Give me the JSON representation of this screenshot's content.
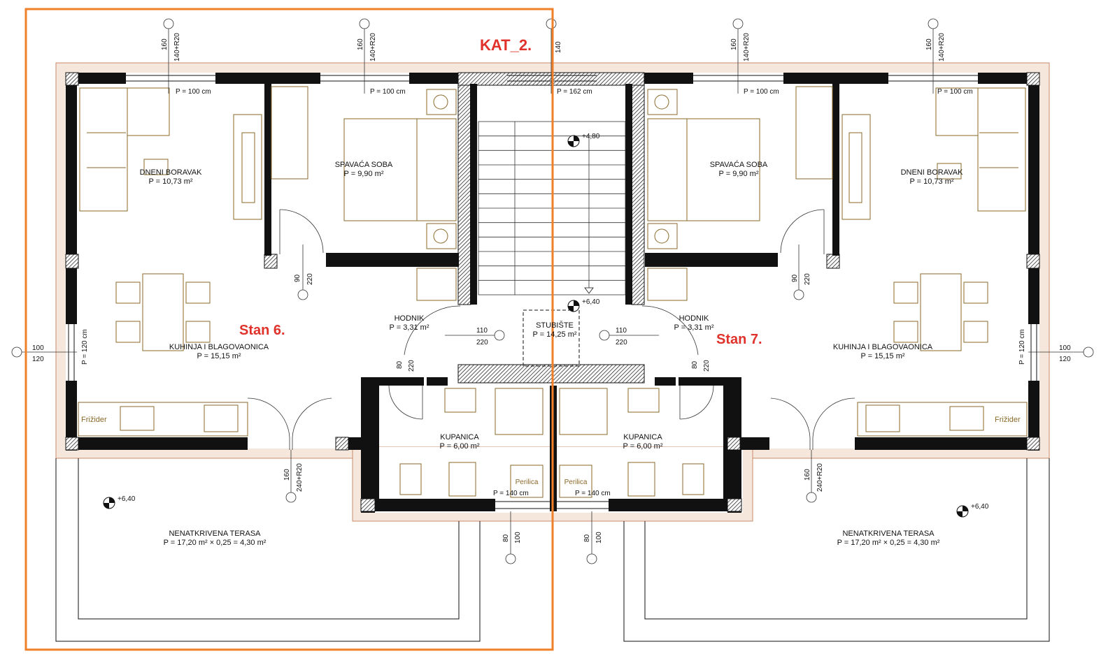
{
  "sheet": {
    "floor_label": "KAT_2.",
    "highlight_color": "#f07f2a",
    "apartment_label_color": "#e0322b"
  },
  "apartments": {
    "left": "Stan 6.",
    "right": "Stan 7."
  },
  "rooms": {
    "left_living": {
      "name": "DNENI BORAVAK",
      "area": "P = 10,73 m²"
    },
    "left_bedroom": {
      "name": "SPAVAĆA SOBA",
      "area": "P = 9,90 m²"
    },
    "left_kitchen": {
      "name": "KUHINJA I BLAGOVAONICA",
      "area": "P = 15,15 m²"
    },
    "left_hall": {
      "name": "HODNIK",
      "area": "P = 3,31 m²"
    },
    "left_bath": {
      "name": "KUPANICA",
      "area": "P = 6,00 m²"
    },
    "left_terrace": {
      "name": "NENATKRIVENA TERASA",
      "area": "P = 17,20 m² × 0,25 = 4,30 m²"
    },
    "stairs": {
      "name": "STUBIŠTE",
      "area": "P = 14,25 m²"
    },
    "right_living": {
      "name": "DNENI BORAVAK",
      "area": "P = 10,73 m²"
    },
    "right_bedroom": {
      "name": "SPAVAĆA SOBA",
      "area": "P = 9,90 m²"
    },
    "right_kitchen": {
      "name": "KUHINJA I BLAGOVAONICA",
      "area": "P = 15,15 m²"
    },
    "right_hall": {
      "name": "HODNIK",
      "area": "P = 3,31 m²"
    },
    "right_bath": {
      "name": "KUPANICA",
      "area": "P = 6,00 m²"
    },
    "right_terrace": {
      "name": "NENATKRIVENA TERASA",
      "area": "P = 17,20 m² × 0,25 = 4,30 m²"
    }
  },
  "appliances": {
    "fridge": "Frižider",
    "washer": "Perilica"
  },
  "openings": {
    "window_100": "P = 100 cm",
    "window_162": "P = 162 cm",
    "window_140": "P = 140 cm",
    "window_side": "P = 120 cm"
  },
  "levels": {
    "stair_top": "+4,80",
    "floor": "+6,40"
  },
  "door_tags": {
    "w160": "160",
    "h140r20": "140+R20",
    "w140": "140",
    "w90": "90",
    "h220": "220",
    "w110": "110",
    "w80": "80",
    "w100": "100",
    "h120": "120",
    "h240r20": "240+R20"
  }
}
